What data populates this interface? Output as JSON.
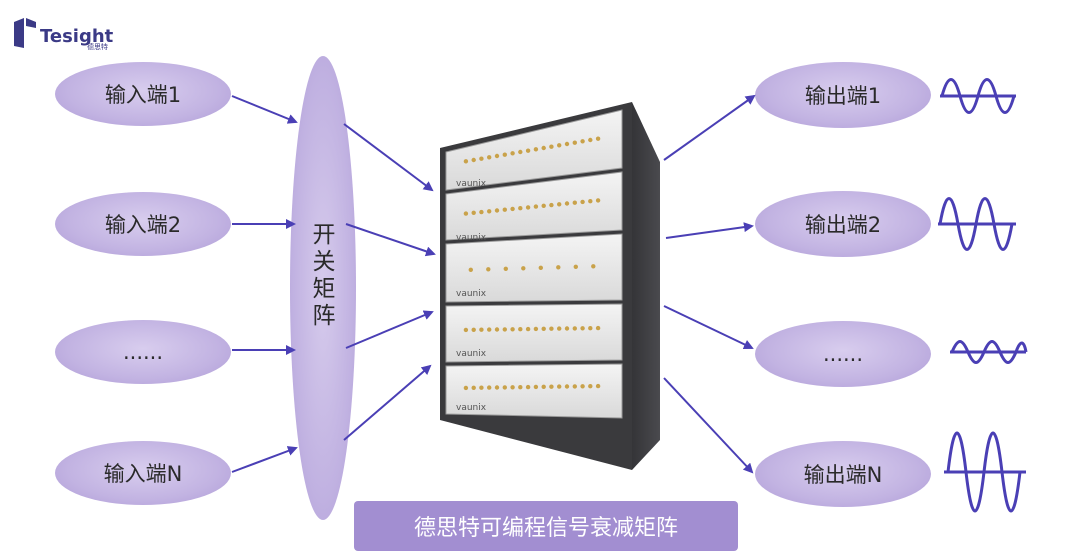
{
  "brand": {
    "logo_text": "Tesight",
    "logo_sub": "德思特"
  },
  "inputs": [
    "输入端1",
    "输入端2",
    "......",
    "输入端N"
  ],
  "matrix_label": "开关矩阵",
  "outputs": [
    "输出端1",
    "输出端2",
    "......",
    "输出端N"
  ],
  "device": {
    "brand_label": "vaunix"
  },
  "banner_title": "德思特可编程信号衰减矩阵",
  "colors": {
    "oval_fill": "#c2b3e2",
    "arrow": "#4a3fb5",
    "wave": "#4a3fb5",
    "banner": "#a28ed1"
  },
  "icons": {
    "output_wave": "sine-wave-icon"
  }
}
